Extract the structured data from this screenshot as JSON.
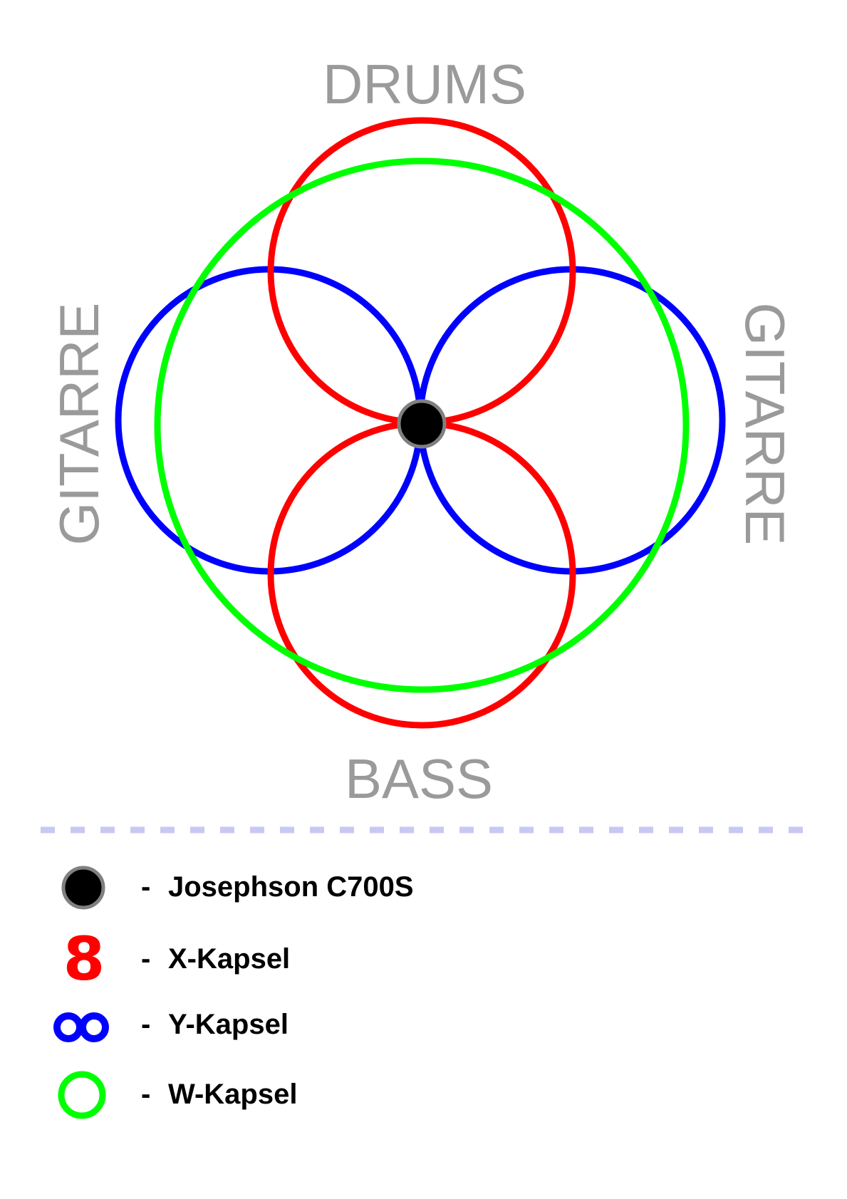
{
  "labels": {
    "top": "DRUMS",
    "bottom": "BASS",
    "left": "GITARRE",
    "right": "GITARRE"
  },
  "colors": {
    "x_capsule": "#ff0000",
    "y_capsule": "#0000ff",
    "w_capsule": "#00ff00",
    "mic": "#000000",
    "mic_outline": "#808080",
    "label": "#9a9a9a",
    "divider": "#c8c8f4"
  },
  "legend": {
    "mic": {
      "icon": "black-dot-icon",
      "dash": "-",
      "text": "Josephson C700S"
    },
    "x": {
      "icon": "figure-eight-vertical-icon",
      "glyph": "8",
      "dash": "-",
      "text": "X-Kapsel"
    },
    "y": {
      "icon": "figure-eight-horizontal-icon",
      "dash": "-",
      "text": "Y-Kapsel"
    },
    "w": {
      "icon": "circle-icon",
      "dash": "-",
      "text": "W-Kapsel"
    }
  }
}
